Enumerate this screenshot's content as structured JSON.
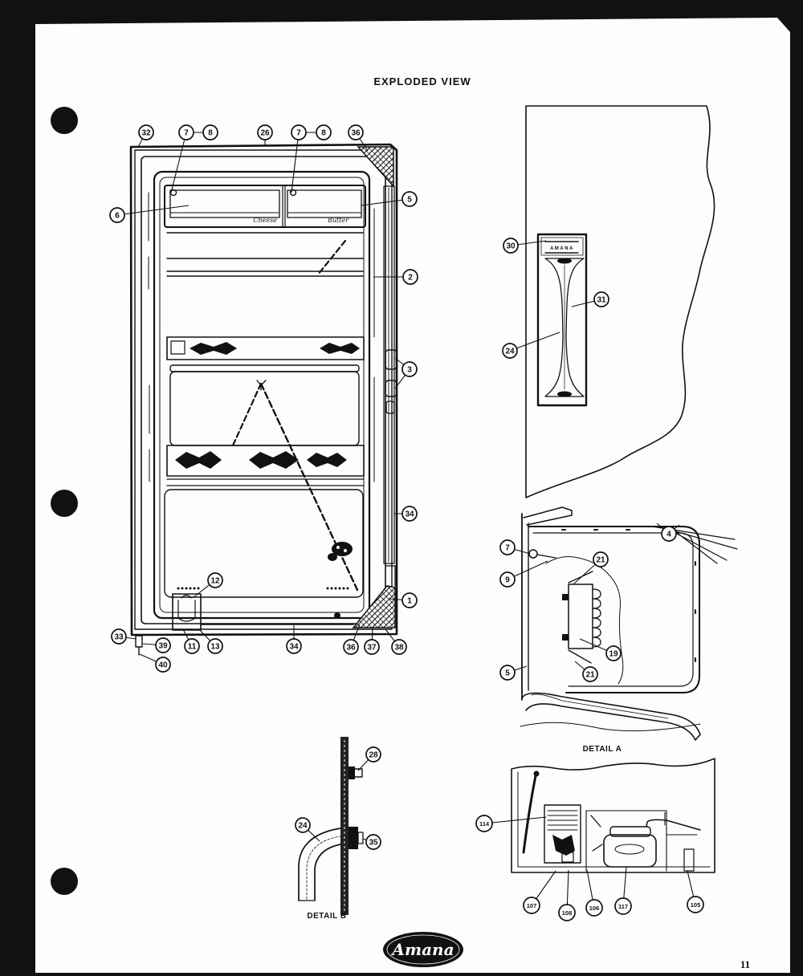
{
  "title": "EXPLODED VIEW",
  "page_number": "11",
  "logo": "Amana",
  "main_view": {
    "callouts": [
      "32",
      "7",
      "8",
      "26",
      "7",
      "8",
      "36",
      "6",
      "5",
      "2",
      "3",
      "34",
      "1",
      "12",
      "33",
      "39",
      "40",
      "11",
      "13",
      "34",
      "36",
      "37",
      "38"
    ],
    "shelf_labels": {
      "cheese": "Cheese",
      "butter": "Butter"
    }
  },
  "liner_panel": {
    "callouts": [
      "30",
      "31",
      "24"
    ],
    "plate_text": "AMANA"
  },
  "detail_a": {
    "caption": "DETAIL A",
    "callouts": [
      "4",
      "7",
      "9",
      "21",
      "19",
      "5",
      "21"
    ]
  },
  "detail_b": {
    "caption": "DETAIL B",
    "callouts": [
      "28",
      "24",
      "35"
    ]
  },
  "detail_c": {
    "callouts": [
      "114",
      "107",
      "108",
      "106",
      "117",
      "105"
    ]
  },
  "colors": {
    "ink": "#111111",
    "paper": "#fdfdfd",
    "scan_border": "#111111"
  }
}
